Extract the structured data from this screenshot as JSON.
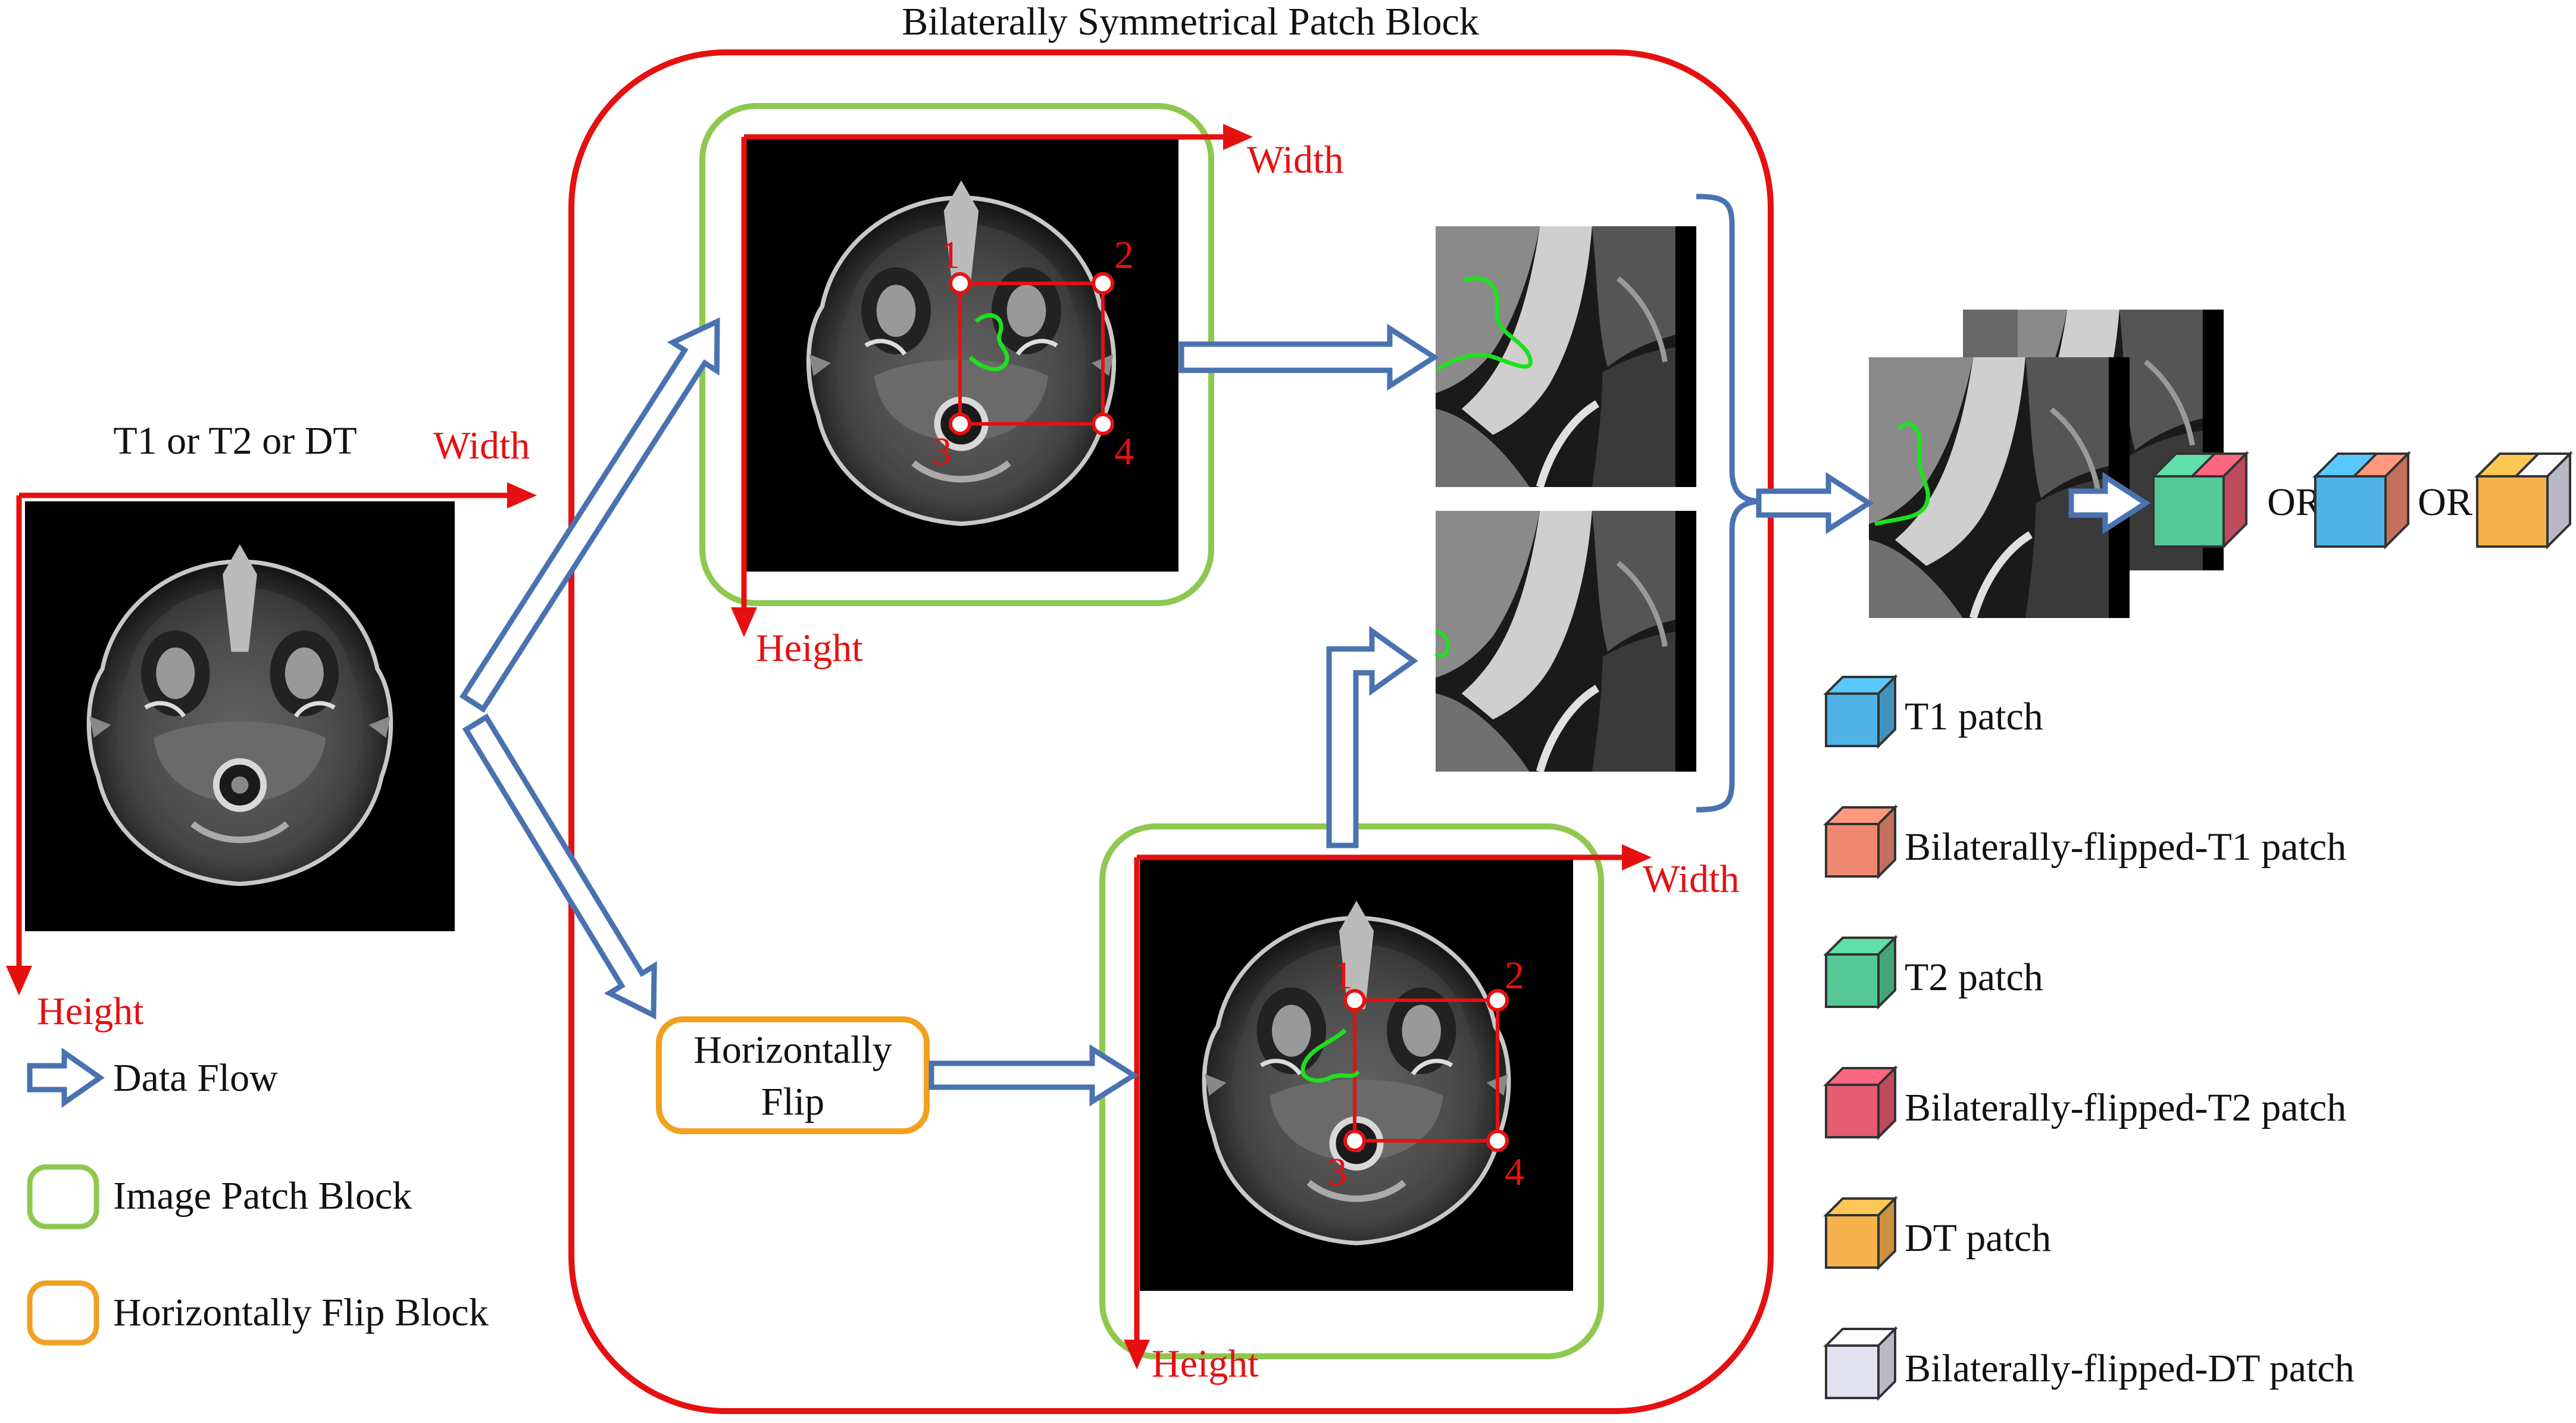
{
  "title": "Bilaterally Symmetrical Patch Block",
  "input_label": "T1 or T2 or DT",
  "axis": {
    "width": "Width",
    "height": "Height"
  },
  "corner_numbers": [
    "1",
    "2",
    "3",
    "4"
  ],
  "flip_block_label": [
    "Horizontally",
    "Flip"
  ],
  "or_label": "OR",
  "legend_left": [
    {
      "icon": "blue-arrow",
      "label": "Data Flow"
    },
    {
      "icon": "green-box",
      "label": "Image Patch Block"
    },
    {
      "icon": "orange-box",
      "label": "Horizontally Flip Block"
    }
  ],
  "legend_right": [
    {
      "color": "#4fb3e6",
      "label": "T1 patch"
    },
    {
      "color": "#ee8870",
      "label": "Bilaterally-flipped-T1 patch"
    },
    {
      "color": "#55c896",
      "label": "T2 patch"
    },
    {
      "color": "#e65c72",
      "label": "Bilaterally-flipped-T2 patch"
    },
    {
      "color": "#f6b24c",
      "label": "DT patch"
    },
    {
      "color": "#e2e2f2",
      "label": "Bilaterally-flipped-DT patch"
    }
  ],
  "colors": {
    "red": "#e61010",
    "green": "#8ec850",
    "orange": "#f2a020",
    "blue": "#4a72b0",
    "contour": "#1ee01e"
  }
}
